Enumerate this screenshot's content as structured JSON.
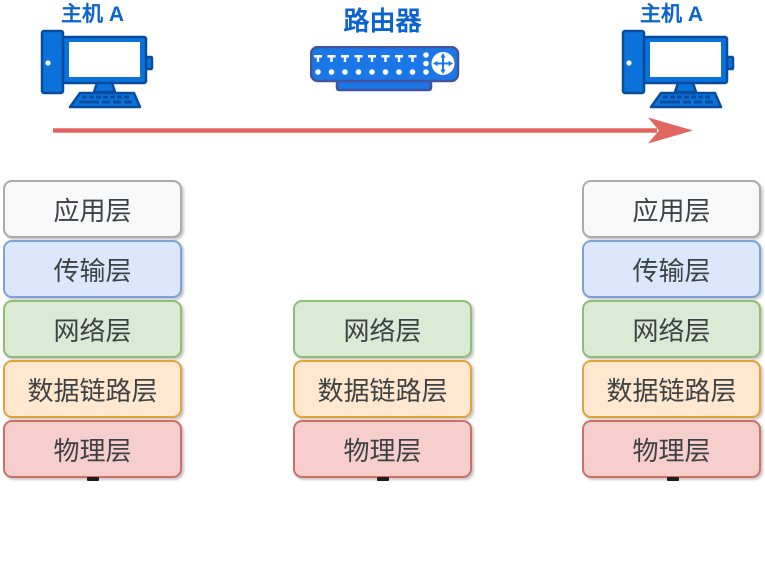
{
  "title_labels": {
    "host_left": "主机 A",
    "router": "路由器",
    "host_right": "主机 A"
  },
  "icons": {
    "host_left": "desktop-computer-icon",
    "router": "router-icon",
    "host_right": "desktop-computer-icon",
    "flow": "right-arrow-icon"
  },
  "stacks": [
    {
      "id": "host-left-stack",
      "layers": [
        {
          "type": "application",
          "label": "应用层"
        },
        {
          "type": "transport",
          "label": "传输层"
        },
        {
          "type": "network",
          "label": "网络层"
        },
        {
          "type": "datalink",
          "label": "数据链路层"
        },
        {
          "type": "physical",
          "label": "物理层"
        }
      ]
    },
    {
      "id": "router-stack",
      "layers": [
        {
          "type": "network",
          "label": "网络层"
        },
        {
          "type": "datalink",
          "label": "数据链路层"
        },
        {
          "type": "physical",
          "label": "物理层"
        }
      ]
    },
    {
      "id": "host-right-stack",
      "layers": [
        {
          "type": "application",
          "label": "应用层"
        },
        {
          "type": "transport",
          "label": "传输层"
        },
        {
          "type": "network",
          "label": "网络层"
        },
        {
          "type": "datalink",
          "label": "数据链路层"
        },
        {
          "type": "physical",
          "label": "物理层"
        }
      ]
    }
  ],
  "colors": {
    "label_blue": "#0b63cf",
    "arrow": "#e0665f",
    "device_blue": "#0b72dc",
    "device_dark": "#0a4c9c",
    "router_body": "#1b76e8",
    "router_outline": "#42549b",
    "layer_text": "#3f4245",
    "layer_fills": {
      "application": "#f8f8f9",
      "transport": "#dbe8fb",
      "network": "#d9ead5",
      "datalink": "#ffe8cf",
      "physical": "#f6cfcc"
    },
    "layer_borders": {
      "application": "#ababab",
      "transport": "#7da2d6",
      "network": "#8fbc79",
      "datalink": "#e2a33b",
      "physical": "#cc7068"
    }
  }
}
